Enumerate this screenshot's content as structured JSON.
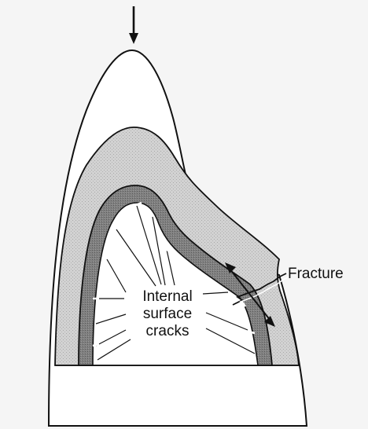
{
  "labels": {
    "fracture": "Fracture",
    "cracks_line1": "Internal",
    "cracks_line2": "surface",
    "cracks_line3": "cracks"
  },
  "colors": {
    "background": "#f5f5f5",
    "outline": "#111111",
    "light_layer": "#cfcfcf",
    "dark_layer": "#7a7a7a",
    "inner": "#ffffff"
  },
  "icons": [
    "load-arrow-icon",
    "sliding-double-arrow-icon"
  ]
}
